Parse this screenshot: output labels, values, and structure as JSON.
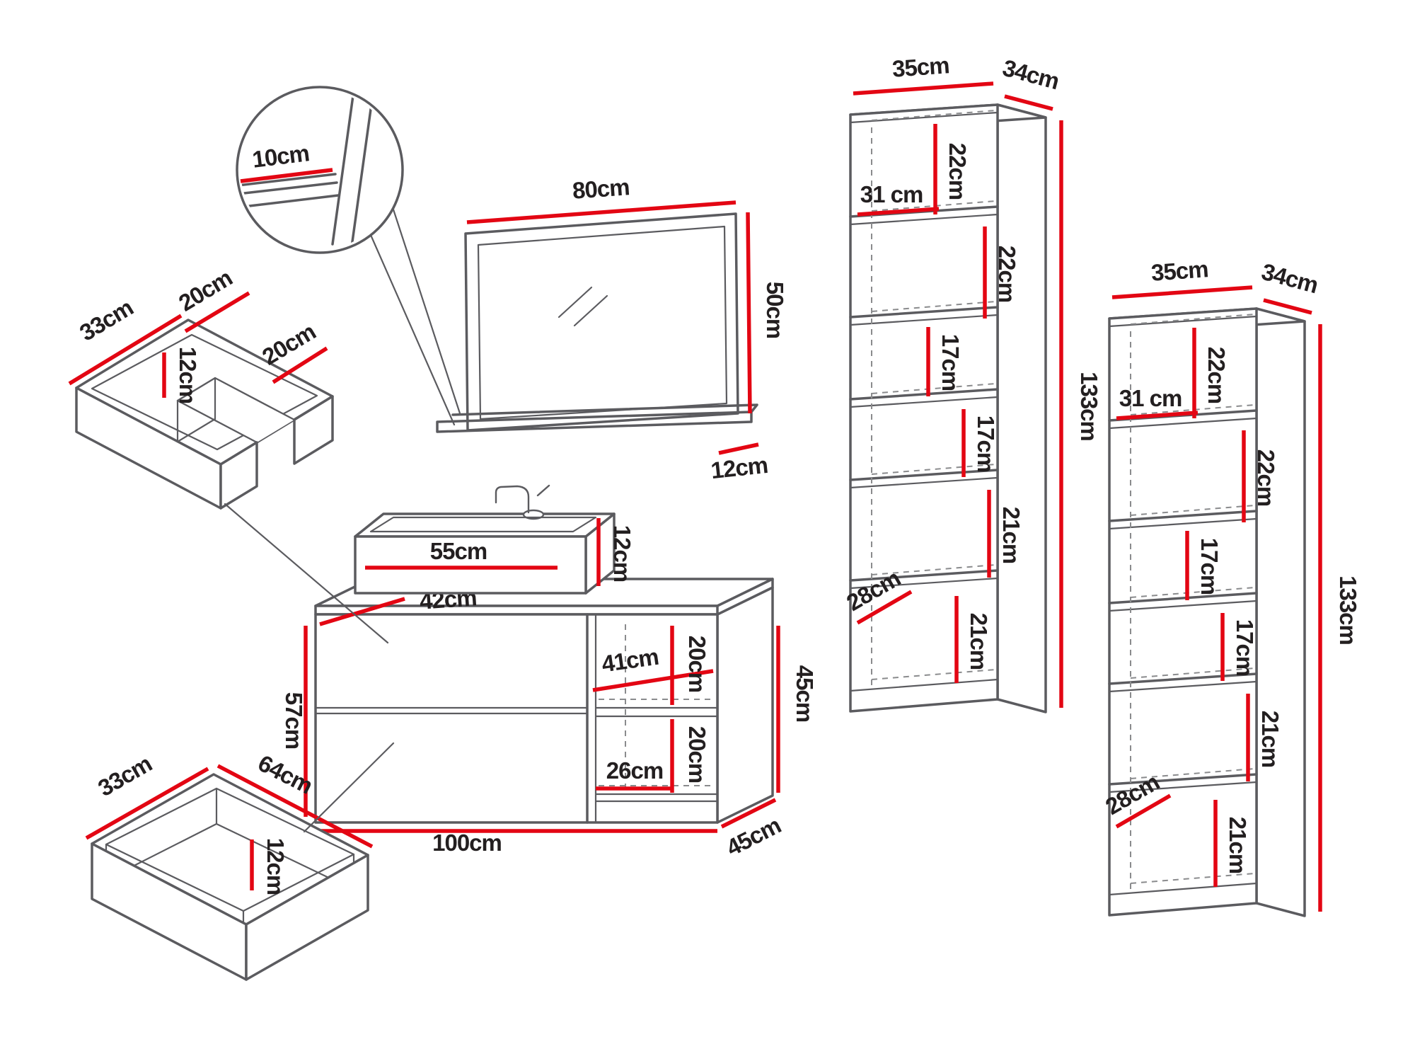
{
  "canvas": {
    "background": "#ffffff",
    "line_color": "#5b5b5f",
    "dimension_color": "#e30613",
    "text_color": "#231f20"
  },
  "detail_circle": {
    "shelf_thickness": "10cm"
  },
  "mirror": {
    "width": "80cm",
    "height": "50cm",
    "shelf_depth": "12cm"
  },
  "washbasin": {
    "width": "55cm",
    "height": "12cm"
  },
  "vanity_cabinet": {
    "counter_depth": "42cm",
    "height": "57cm",
    "inner_shelf_width": "41cm",
    "niche_upper_height": "20cm",
    "niche_lower_height": "20cm",
    "niche_width": "26cm",
    "width": "100cm",
    "depth": "45cm",
    "side_height": "45cm"
  },
  "cutout_drawer": {
    "depth": "33cm",
    "left_section_width": "20cm",
    "height": "12cm",
    "right_section_width": "20cm"
  },
  "drawer": {
    "depth": "33cm",
    "width": "64cm",
    "height": "12cm"
  },
  "tall_cabinet_left": {
    "width": "35cm",
    "depth": "34cm",
    "height": "133cm",
    "niche_height_1": "22cm",
    "niche_width": "31 cm",
    "niche_height_2": "22cm",
    "shelf_gap_1": "17cm",
    "shelf_gap_2": "17cm",
    "compartment_1": "21cm",
    "inner_depth": "28cm",
    "compartment_2": "21cm"
  },
  "tall_cabinet_right": {
    "width": "35cm",
    "depth": "34cm",
    "height": "133cm",
    "niche_height_1": "22cm",
    "niche_width": "31 cm",
    "niche_height_2": "22cm",
    "shelf_gap_1": "17cm",
    "shelf_gap_2": "17cm",
    "compartment_1": "21cm",
    "inner_depth": "28cm",
    "compartment_2": "21cm"
  }
}
